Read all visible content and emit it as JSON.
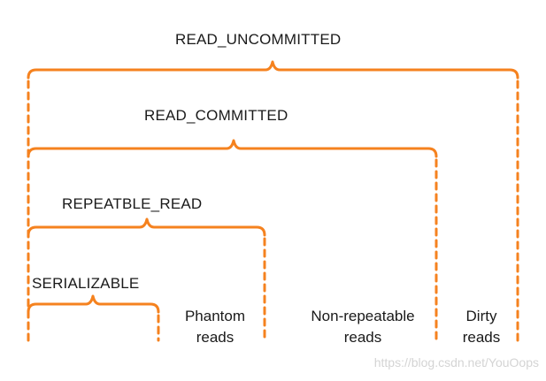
{
  "bracket_color": "#f5821f",
  "levels": {
    "read_uncommitted": "READ_UNCOMMITTED",
    "read_committed": "READ_COMMITTED",
    "repeatable_read": "REPEATBLE_READ",
    "serializable": "SERIALIZABLE"
  },
  "anomalies": {
    "phantom": {
      "line1": "Phantom",
      "line2": "reads"
    },
    "non_repeatable": {
      "line1": "Non-repeatable",
      "line2": "reads"
    },
    "dirty": {
      "line1": "Dirty",
      "line2": "reads"
    }
  },
  "watermark": "https://blog.csdn.net/YouOops"
}
